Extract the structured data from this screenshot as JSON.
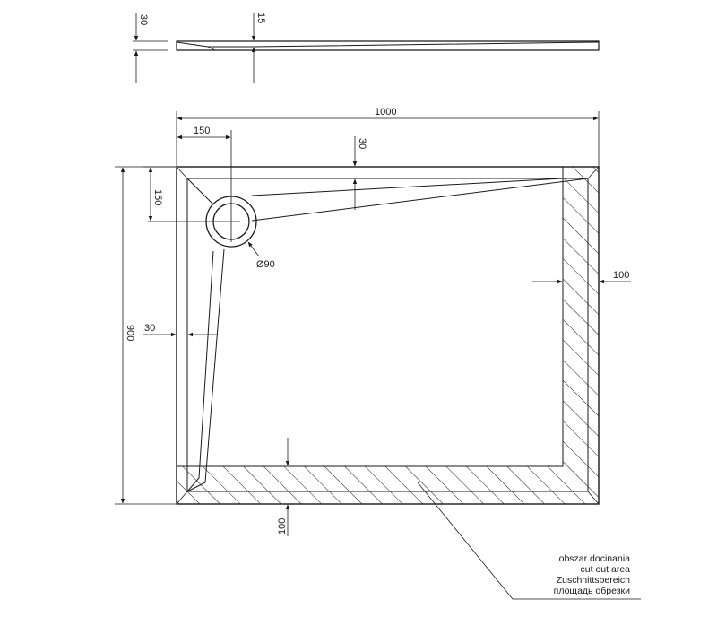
{
  "dimensions": {
    "profile_height": "30",
    "profile_drain_depth": "15",
    "total_width": "1000",
    "total_depth": "900",
    "drain_offset_x": "150",
    "drain_offset_y": "150",
    "drain_diameter": "Ø90",
    "rim_top": "30",
    "rim_left": "30",
    "cut_right": "100",
    "cut_bottom": "100"
  },
  "legend": {
    "lines": [
      "obszar docinania",
      "cut out area",
      "Zuschnittsbereich",
      "площадь обрезки"
    ]
  },
  "colors": {
    "line": "#1a1a1a",
    "background": "#ffffff"
  }
}
